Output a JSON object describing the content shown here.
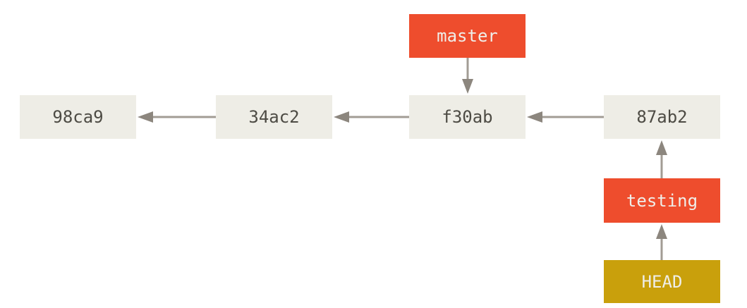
{
  "colors": {
    "background": "#ffffff",
    "commit-bg": "#eeede6",
    "commit-text": "#4d4b44",
    "branch-bg": "#ee4d2d",
    "branch-text": "#efeee9",
    "head-bg": "#c9a00c",
    "arrow": "#a29c94",
    "arrow-head": "#8c867e"
  },
  "diagram": {
    "type": "git-commit-graph",
    "commits": [
      {
        "id": "98ca9",
        "label": "98ca9"
      },
      {
        "id": "34ac2",
        "label": "34ac2",
        "parent": "98ca9"
      },
      {
        "id": "f30ab",
        "label": "f30ab",
        "parent": "34ac2"
      },
      {
        "id": "87ab2",
        "label": "87ab2",
        "parent": "f30ab"
      }
    ],
    "branches": [
      {
        "label": "master",
        "points_to": "f30ab"
      },
      {
        "label": "testing",
        "points_to": "87ab2"
      }
    ],
    "head": {
      "label": "HEAD",
      "points_to": "testing"
    },
    "edges": [
      {
        "from": "34ac2",
        "to": "98ca9",
        "direction": "left"
      },
      {
        "from": "f30ab",
        "to": "34ac2",
        "direction": "left"
      },
      {
        "from": "87ab2",
        "to": "f30ab",
        "direction": "left"
      },
      {
        "from": "master",
        "to": "f30ab",
        "direction": "down"
      },
      {
        "from": "testing",
        "to": "87ab2",
        "direction": "up"
      },
      {
        "from": "HEAD",
        "to": "testing",
        "direction": "up"
      }
    ]
  }
}
